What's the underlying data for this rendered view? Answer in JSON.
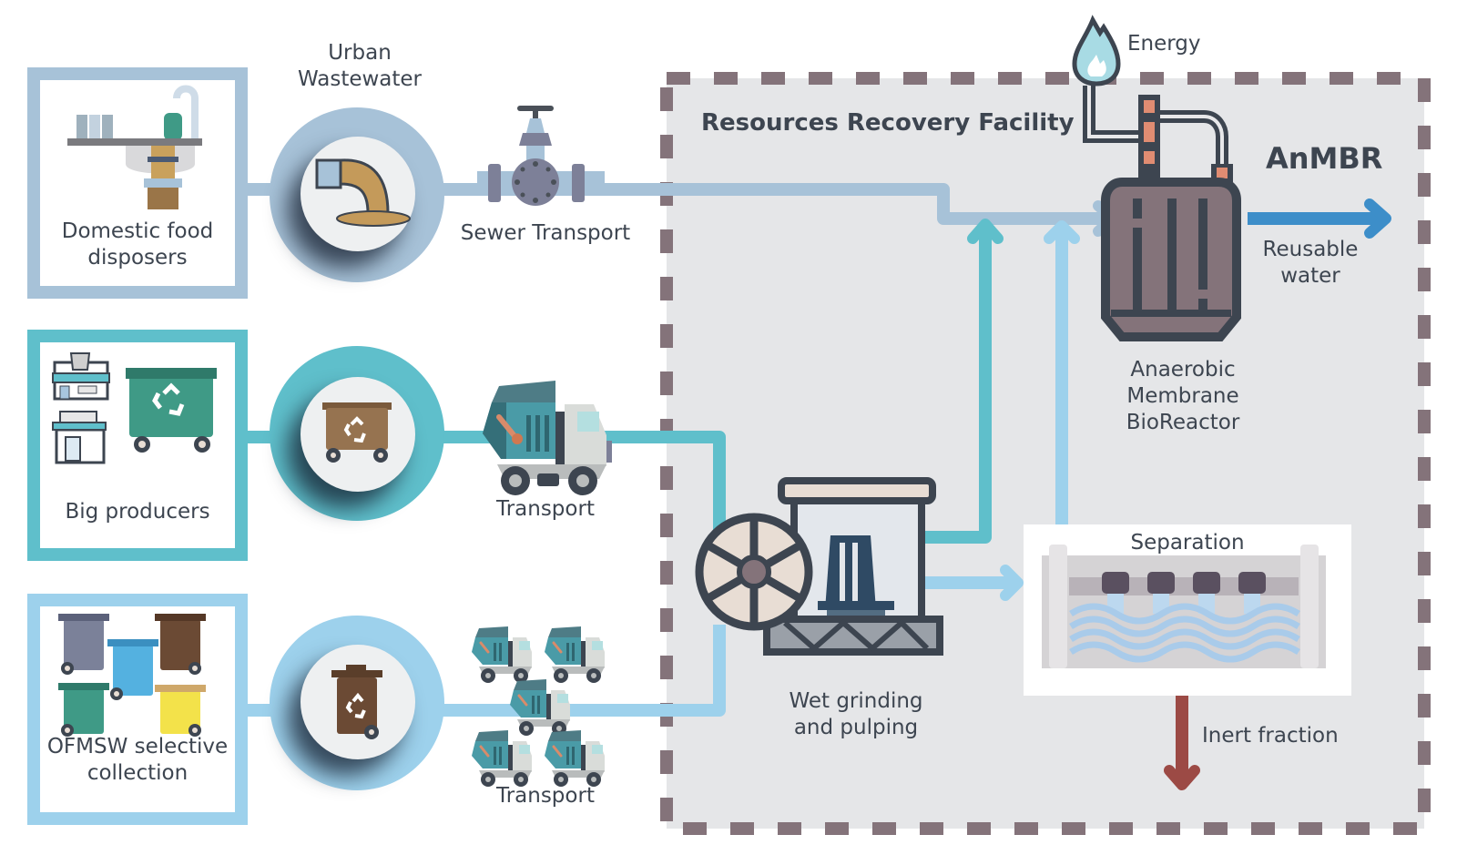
{
  "colors": {
    "row1_accent": "#a7c2d8",
    "row2_accent": "#5fbfcb",
    "row3_accent": "#9dd1ec",
    "facility_bg": "#e5e6e8",
    "facility_border": "#84737a",
    "reusable_water_arrow": "#3d8ec9",
    "inert_fraction_arrow": "#9c4a45",
    "text": "#3d4550"
  },
  "sources": [
    {
      "label": "Domestic food\ndisposers",
      "icon": "kitchen-sink-disposer-icon",
      "stream_label": "Urban\nWastewater",
      "stream_icon": "sewage-pipe-icon"
    },
    {
      "label": "Big producers",
      "icon": "shops-and-dumpster-icon",
      "stream_icon": "brown-dumpster-icon"
    },
    {
      "label": "OFMSW selective\ncollection",
      "icon": "colored-recycling-bins-icon",
      "stream_icon": "brown-bin-icon"
    }
  ],
  "transport": [
    {
      "label": "Sewer Transport",
      "icon": "sewer-valve-icon"
    },
    {
      "label": "Transport",
      "icon": "garbage-truck-icon"
    },
    {
      "label": "Transport",
      "icon": "garbage-truck-fleet-icon"
    }
  ],
  "facility": {
    "title": "Resources Recovery Facility",
    "wet_grinding": "Wet grinding\nand pulping",
    "separation": "Separation",
    "inert_fraction": "Inert fraction",
    "anmbr_short": "AnMBR",
    "anmbr_full": "Anaerobic\nMembrane\nBioReactor",
    "reusable_water": "Reusable\nwater",
    "energy": "Energy"
  }
}
